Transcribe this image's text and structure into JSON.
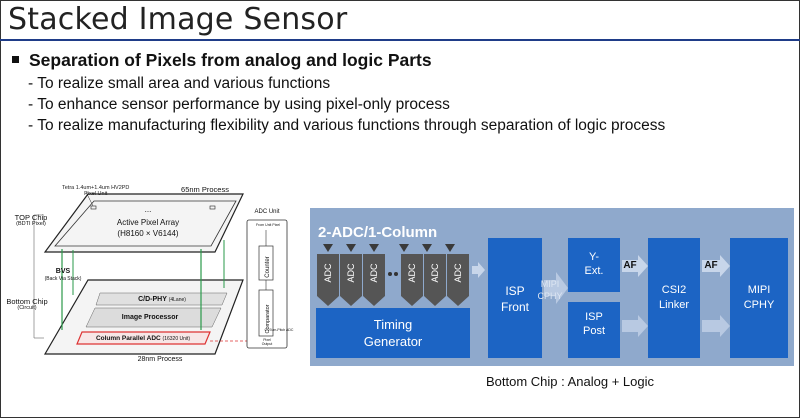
{
  "title": "Stacked Image Sensor",
  "bullet": {
    "heading": "Separation of Pixels from analog and logic Parts",
    "items": [
      "- To realize small area and various functions",
      "- To enhance sensor performance by using pixel-only process",
      "- To realize manufacturing flexibility and various functions through separation of logic process"
    ]
  },
  "left_diagram": {
    "pixel_note_line1": "Tetra 1.4um+1.4um HV2PD",
    "pixel_note_line2": "Pixel Unit",
    "process_top": "65nm Process",
    "top_chip": "TOP Chip",
    "top_chip_sub": "(BDTI Pixel)",
    "dots": "...",
    "pixel_array": "Active Pixel Array",
    "pixel_array_size": "(H8160 × V6144)",
    "bvs": "BVS",
    "bvs_sub": "(Back Via Stack)",
    "bottom_chip": "Bottom Chip",
    "bottom_chip_sub": "(Circuit)",
    "cdphy": "C/D-PHY",
    "cdphy_lane": "(4Lane)",
    "image_processor": "Image Processor",
    "col_adc": "Column Parallel ADC",
    "col_adc_count": "(16320 Unit)",
    "process_bottom": "28nm Process"
  },
  "adc_unit": {
    "title": "ADC Unit",
    "top_label": "From Unit Pixel",
    "counter": "Counter",
    "comparator": "Comparator",
    "pitch": "0.07um-Pitch ADC",
    "output_line1": "Pixel",
    "output_line2": "Output"
  },
  "block_diagram": {
    "adc_title": "2-ADC/1-Column",
    "adc_label": "ADC",
    "timing": "Timing",
    "generator": "Generator",
    "isp_front_1": "ISP",
    "isp_front_2": "Front",
    "mipi_1": "MIPI",
    "cphy_1": "CPHY",
    "yext_1": "Y-",
    "yext_2": "Ext.",
    "isp_post_1": "ISP",
    "isp_post_2": "Post",
    "af1": "AF",
    "af2": "AF",
    "csi_1": "CSI2",
    "csi_2": "Linker",
    "mipi_out_1": "MIPI",
    "mipi_out_2": "CPHY",
    "caption": "Bottom Chip : Analog + Logic",
    "colors": {
      "panel": "#8fa9cc",
      "block": "#1c64c4",
      "adc": "#555555",
      "arrow": "#3a3a3a"
    }
  }
}
